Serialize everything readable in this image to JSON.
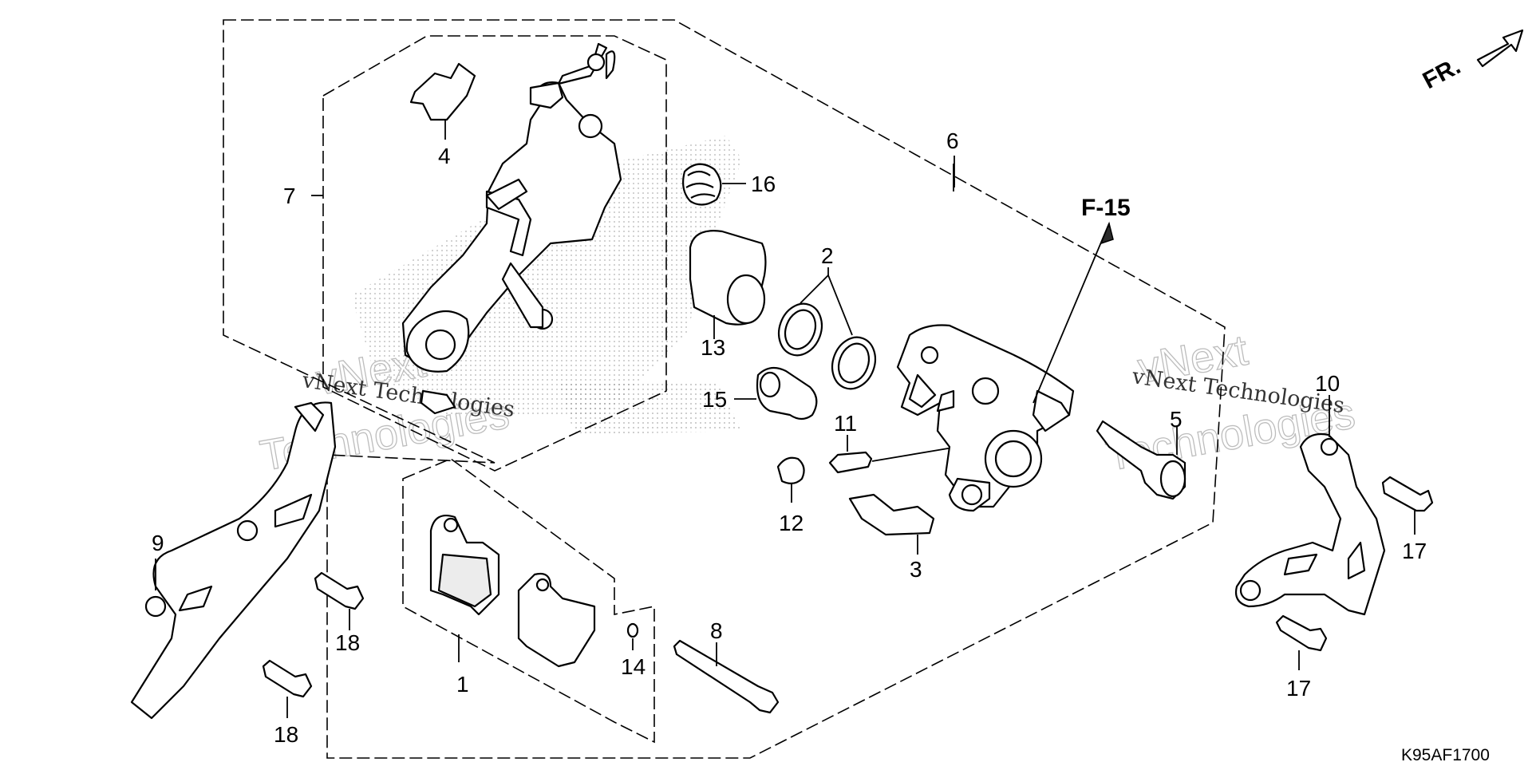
{
  "diagram": {
    "reference_code": "K95AF1700",
    "front_indicator": "FR.",
    "cross_reference": "F-15",
    "watermark": "vNext Technologies",
    "watermark_large": [
      "vNext",
      "Technologies"
    ],
    "callouts": {
      "c1": "1",
      "c2": "2",
      "c3": "3",
      "c4": "4",
      "c5": "5",
      "c6": "6",
      "c7": "7",
      "c8": "8",
      "c9": "9",
      "c10": "10",
      "c11": "11",
      "c12": "12",
      "c13": "13",
      "c14": "14",
      "c15": "15",
      "c16": "16",
      "c17a": "17",
      "c17b": "17",
      "c18a": "18",
      "c18b": "18"
    }
  }
}
